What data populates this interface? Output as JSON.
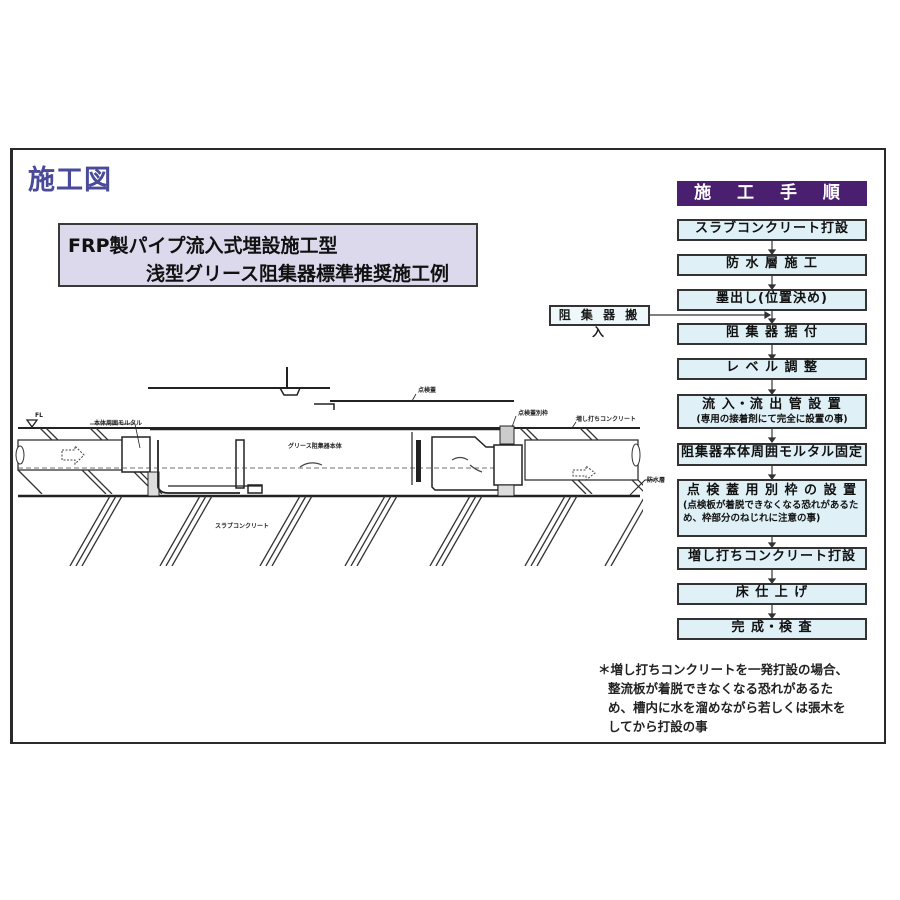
{
  "page_title": "施工図",
  "subtitle": {
    "line1": "FRP製パイプ流入式埋設施工型",
    "line2": "浅型グリース阻集器標準推奨施工例"
  },
  "procedure": {
    "header": "施 工 手 順",
    "side_input": "阻 集 器 搬 入",
    "steps": [
      {
        "label": "スラブコンクリート打設"
      },
      {
        "label": "防 水 層 施 工"
      },
      {
        "label": "墨出し(位置決め)"
      },
      {
        "label": "阻 集 器 据 付"
      },
      {
        "label": "レ ベ ル 調 整"
      },
      {
        "label": "流 入・流 出 管 設 置",
        "note": "(専用の接着剤にて完全に設置の事)"
      },
      {
        "label": "阻集器本体周囲モルタル固定"
      },
      {
        "label": "点 検 蓋 用 別 枠 の 設 置",
        "note": "(点検板が着脱できなくなる恐れがあるため、枠部分のねじれに注意の事)"
      },
      {
        "label": "増し打ちコンクリート打設"
      },
      {
        "label": "床 仕 上 げ"
      },
      {
        "label": "完 成・検 査"
      }
    ]
  },
  "footnote": {
    "lines": [
      "＊増し打ちコンクリートを一発打設の場合、",
      "整流板が着脱できなくなる恐れがあるた",
      "め、槽内に水を溜めながら若しくは張木を",
      "してから打設の事"
    ]
  },
  "diagram": {
    "labels": {
      "fl": "FL",
      "mortar": "本体周囲モルタル",
      "body": "グリース阻集器本体",
      "cover": "点検蓋",
      "cover_frame": "点検蓋別枠",
      "topping_concrete": "増し打ちコンクリート",
      "slab_concrete": "スラブコンクリート",
      "waterproof": "防水層"
    }
  },
  "colors": {
    "title": "#4a4a9a",
    "header_bg": "#4b1f6f",
    "step_bg": "#dff1f7",
    "subtitle_bg": "#ddd9ec"
  }
}
